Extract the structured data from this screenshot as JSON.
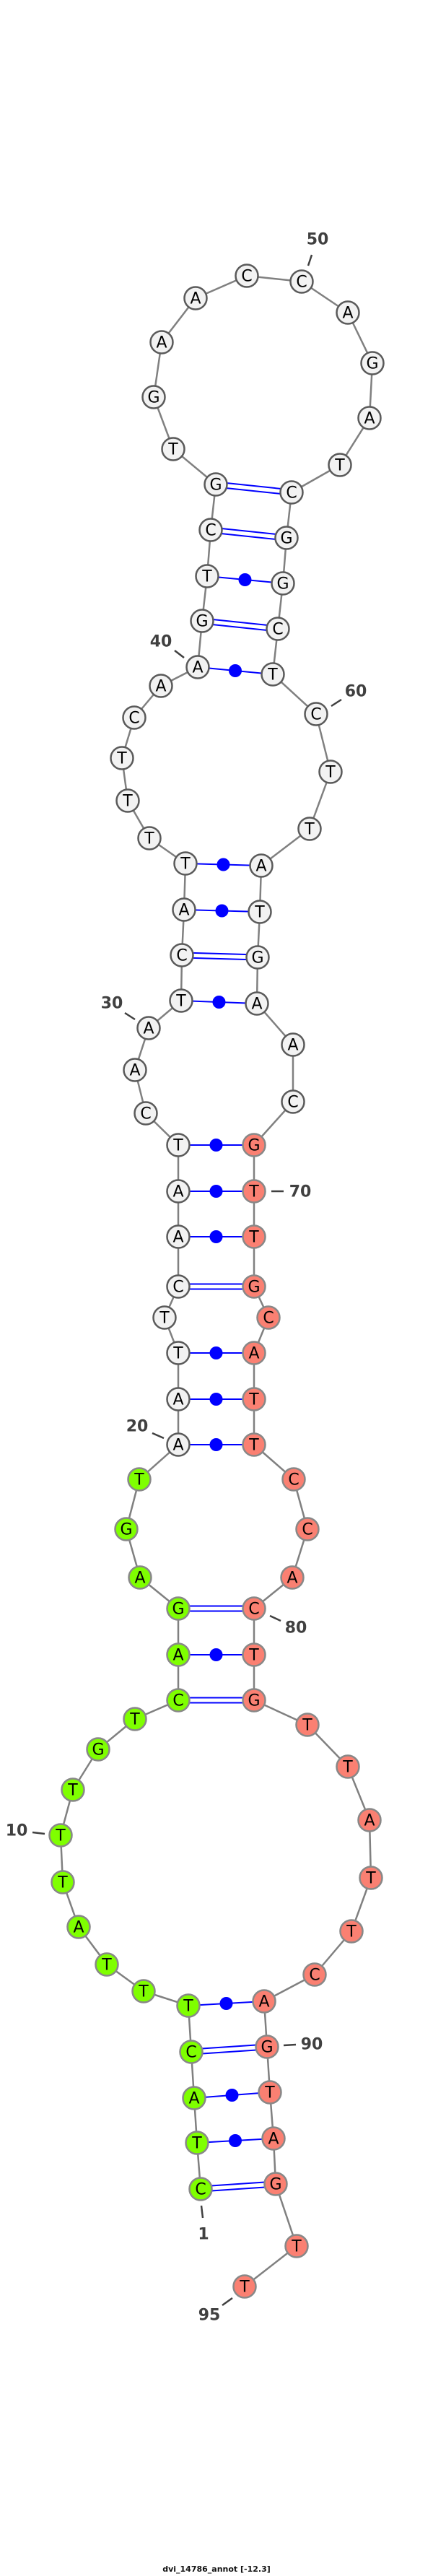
{
  "title": "dvi_14786_annot [-12.3]",
  "sequence": "CTACTTTATTTGTCAGAGTAATTCAATCAATCATTTTCAAGTCGTGAACCAGATCGGCTCTTATGAACGTTGCATTCCACTGTTATTCAGTAGTT",
  "base_pairs": [
    [
      1,
      93
    ],
    [
      2,
      92
    ],
    [
      3,
      91
    ],
    [
      4,
      90
    ],
    [
      5,
      89
    ],
    [
      14,
      82
    ],
    [
      15,
      81
    ],
    [
      16,
      80
    ],
    [
      20,
      76
    ],
    [
      21,
      75
    ],
    [
      22,
      74
    ],
    [
      24,
      72
    ],
    [
      25,
      71
    ],
    [
      26,
      70
    ],
    [
      27,
      69
    ],
    [
      31,
      66
    ],
    [
      32,
      65
    ],
    [
      33,
      64
    ],
    [
      34,
      63
    ],
    [
      40,
      59
    ],
    [
      41,
      58
    ],
    [
      42,
      57
    ],
    [
      43,
      56
    ],
    [
      44,
      55
    ]
  ],
  "highlight_regions": [
    {
      "from": 1,
      "to": 19,
      "color": "#7fff00"
    },
    {
      "from": 20,
      "to": 68,
      "color": "#f2f2f2"
    },
    {
      "from": 69,
      "to": 95,
      "color": "#fa8072"
    }
  ],
  "position_labels": [
    "1",
    "10",
    "20",
    "30",
    "40",
    "50",
    "60",
    "70",
    "80",
    "90",
    "95"
  ],
  "colors": {
    "pair_line": "#0000ff",
    "backbone": "#808080",
    "label": "#404040"
  }
}
